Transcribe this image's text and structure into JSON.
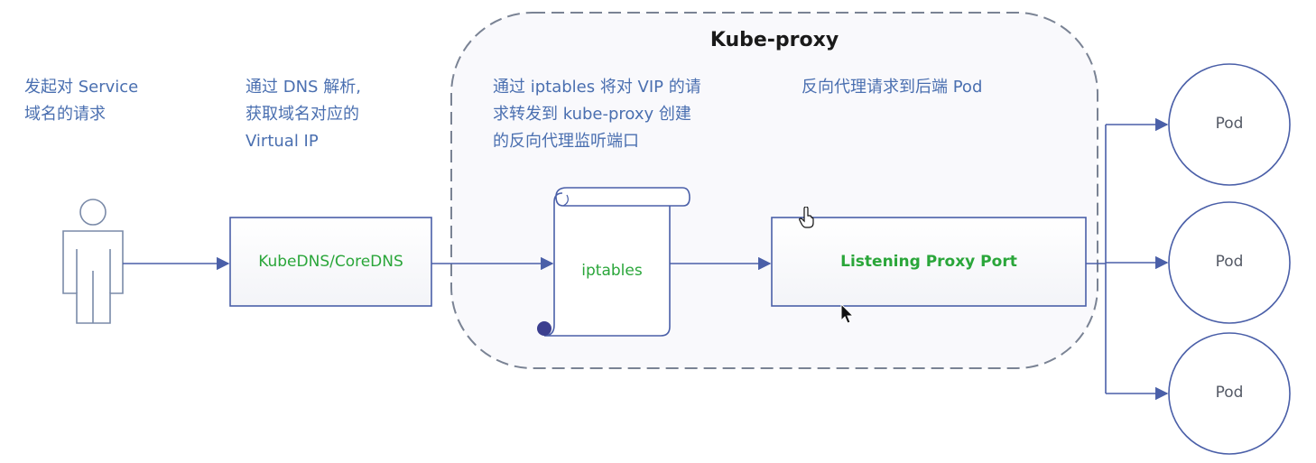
{
  "group": {
    "title": "Kube-proxy"
  },
  "notes": {
    "client": [
      "发起对 Service",
      "域名的请求"
    ],
    "dns": [
      "通过 DNS 解析,",
      "获取域名对应的",
      "Virtual IP"
    ],
    "iptables": [
      "通过 iptables 将对 VIP 的请",
      "求转发到 kube-proxy 创建",
      "的反向代理监听端口"
    ],
    "proxy": [
      "反向代理请求到后端 Pod"
    ]
  },
  "nodes": {
    "dns_box": "KubeDNS/CoreDNS",
    "iptables_doc": "iptables",
    "proxy_box": "Listening Proxy Port",
    "pods": [
      "Pod",
      "Pod",
      "Pod"
    ]
  },
  "colors": {
    "line": "#4a5fa8",
    "note_text": "#4a6fb0",
    "box_text": "#2aa63a",
    "group_border": "#7a8394"
  }
}
